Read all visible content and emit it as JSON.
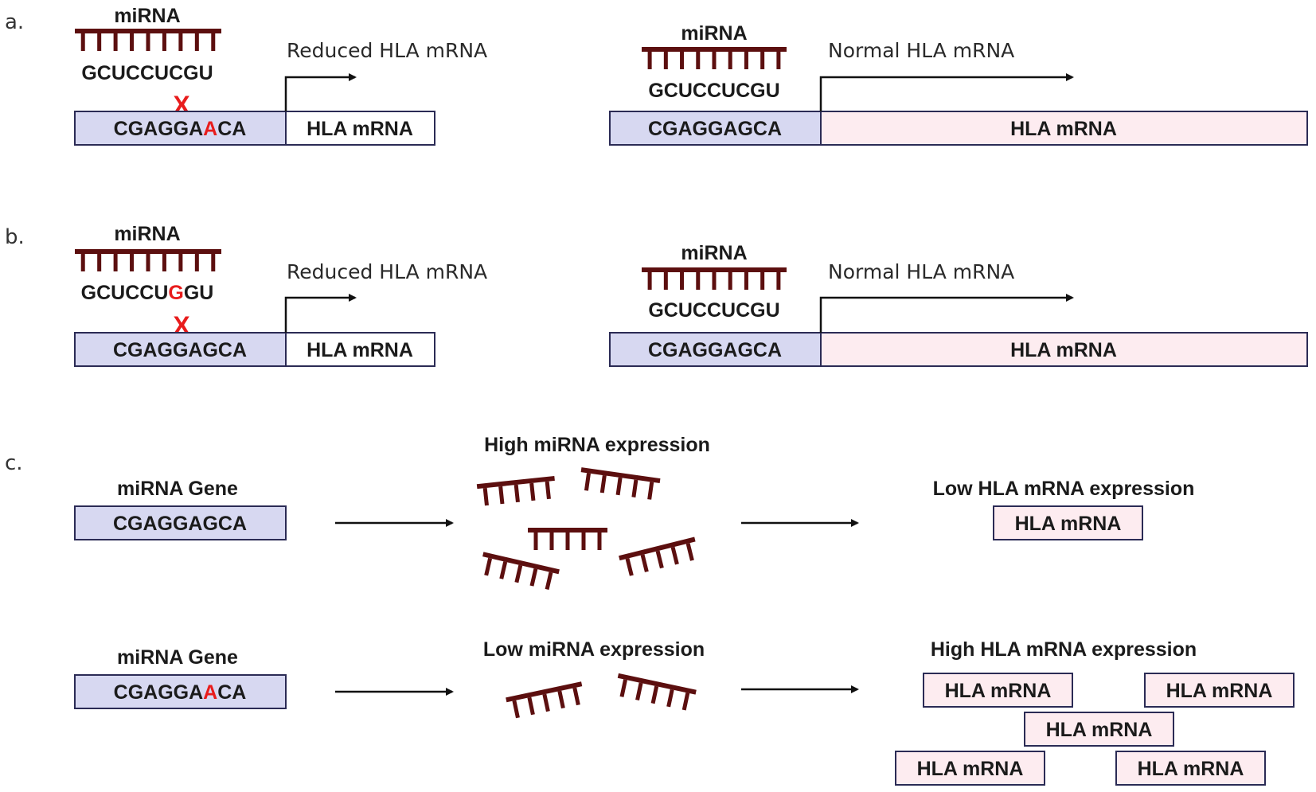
{
  "colors": {
    "mirna": "#5c0f0f",
    "seq_box_fill": "#d7d8f1",
    "mrna_box_fill": "#fdecf0",
    "box_stroke": "#2b2b55",
    "highlight": "#e81c1c",
    "arrow": "#111111"
  },
  "panel_a": {
    "letter": "a.",
    "left": {
      "mirna_label": "miRNA",
      "mirna_seq": "GCUCCUCGU",
      "target_pre": "CGAGGA",
      "target_mut": "A",
      "target_post": "CA",
      "mismatch_mark": "X",
      "mrna_label": "HLA mRNA",
      "outcome": "Reduced HLA mRNA"
    },
    "right": {
      "mirna_label": "miRNA",
      "mirna_seq": "GCUCCUCGU",
      "target_seq": "CGAGGAGCA",
      "mrna_label": "HLA mRNA",
      "outcome": "Normal HLA mRNA"
    }
  },
  "panel_b": {
    "letter": "b.",
    "left": {
      "mirna_label": "miRNA",
      "mirna_pre": "GCUCCU",
      "mirna_mut": "G",
      "mirna_post": "GU",
      "target_seq": "CGAGGAGCA",
      "mismatch_mark": "X",
      "mrna_label": "HLA mRNA",
      "outcome": "Reduced HLA mRNA"
    },
    "right": {
      "mirna_label": "miRNA",
      "mirna_seq": "GCUCCUCGU",
      "target_seq": "CGAGGAGCA",
      "mrna_label": "HLA mRNA",
      "outcome": "Normal HLA mRNA"
    }
  },
  "panel_c": {
    "letter": "c.",
    "top": {
      "gene_label": "miRNA Gene",
      "gene_seq": "CGAGGAGCA",
      "expression_label": "High miRNA expression",
      "outcome_label": "Low HLA mRNA expression",
      "mrna_boxes": [
        "HLA mRNA"
      ]
    },
    "bottom": {
      "gene_label": "miRNA Gene",
      "gene_pre": "CGAGGA",
      "gene_mut": "A",
      "gene_post": "CA",
      "expression_label": "Low miRNA expression",
      "outcome_label": "High HLA mRNA expression",
      "mrna_boxes": [
        "HLA mRNA",
        "HLA mRNA",
        "HLA mRNA",
        "HLA mRNA",
        "HLA mRNA"
      ]
    }
  }
}
